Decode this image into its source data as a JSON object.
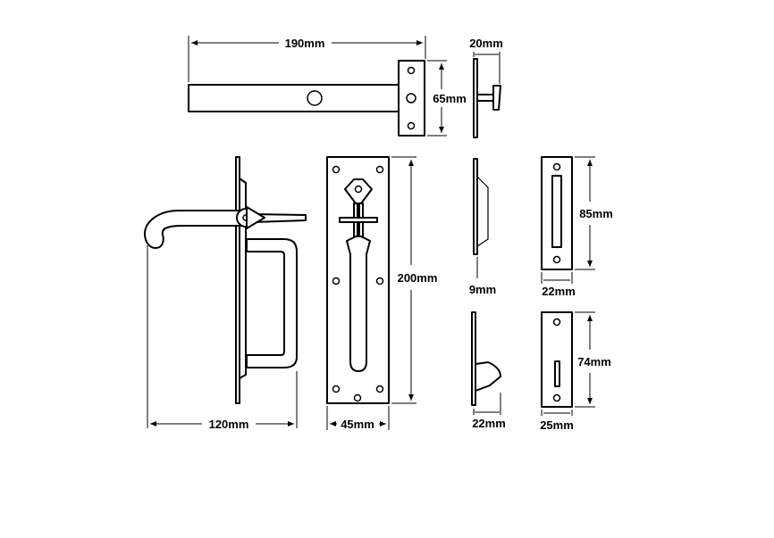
{
  "dimensions": {
    "bolt_length": "190mm",
    "bolt_plate_height": "65mm",
    "bolt_side_width": "20mm",
    "handle_projection": "120mm",
    "backplate_height": "200mm",
    "backplate_width": "45mm",
    "side_profile_depth": "9mm",
    "keep_height": "85mm",
    "keep_width": "22mm",
    "catch_profile_depth": "22mm",
    "catch_height": "74mm",
    "catch_width": "25mm"
  }
}
